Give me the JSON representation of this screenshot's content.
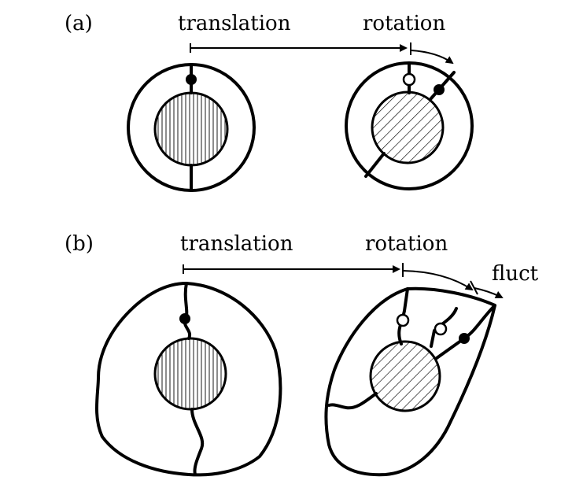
{
  "panels": {
    "a": {
      "label": "(a)",
      "translation_label": "translation",
      "rotation_label": "rotation"
    },
    "b": {
      "label": "(b)",
      "translation_label": "translation",
      "rotation_label": "rotation",
      "fluct_label": "fluct"
    }
  },
  "colors": {
    "ink": "#000000",
    "background": "#ffffff"
  }
}
